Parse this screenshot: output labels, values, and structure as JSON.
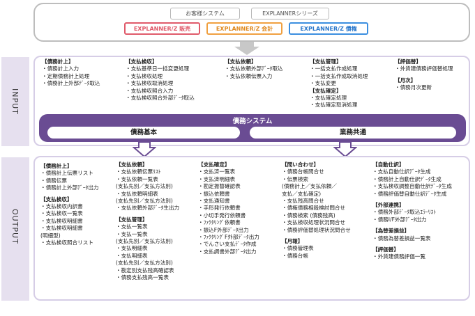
{
  "top": {
    "systems": [
      "お客様システム",
      "EXPLANNERシリーズ"
    ],
    "products": [
      {
        "label": "EXPLANNER/Z 販売",
        "color": "#e05a6a"
      },
      {
        "label": "EXPLANNER/Z 会計",
        "color": "#f0a040"
      },
      {
        "label": "EXPLANNER/Z 債権",
        "color": "#3b8ee0"
      }
    ]
  },
  "labels": {
    "input": "INPUT",
    "output": "OUTPUT"
  },
  "core": {
    "title": "債務システム",
    "modules": [
      "債務基本",
      "業務共通"
    ],
    "color": "#6a4c93"
  },
  "input": {
    "columns": [
      {
        "blocks": [
          {
            "head": "【債務計上】",
            "items": [
              "・債務計上入力",
              "・定期債務計上処理",
              "・債務計上外部ﾃﾞｰﾀ取込"
            ]
          }
        ]
      },
      {
        "blocks": [
          {
            "head": "【支払検収】",
            "items": [
              "・支払基準日一括変更処理",
              "・支払検収処理",
              "・支払検収取消処理",
              "・支払検収照合入力",
              "・支払検収照合外部ﾃﾞｰﾀ取込"
            ]
          }
        ]
      },
      {
        "blocks": [
          {
            "head": "【支払依頼】",
            "items": [
              "・支払依頼外部ﾃﾞｰﾀ取込",
              "・支払依頼伝票入力"
            ]
          }
        ]
      },
      {
        "blocks": [
          {
            "head": "【支払管理】",
            "items": [
              "・一括支払作成処理",
              "・一括支払作成取消処理",
              "・支払変更"
            ]
          },
          {
            "head": "【支払確定】",
            "items": [
              "・支払確定処理",
              "・支払確定取消処理"
            ]
          }
        ]
      },
      {
        "blocks": [
          {
            "head": "【評価替】",
            "items": [
              "・外貨建債務評価替処理"
            ]
          },
          {
            "head": "【月次】",
            "items": [
              "・債務月次更新"
            ]
          }
        ]
      }
    ]
  },
  "output": {
    "columns": [
      {
        "blocks": [
          {
            "head": "【債務計上】",
            "items": [
              "・債務計上伝票リスト",
              "・債務伝票",
              "・債務計上外部ﾃﾞｰﾀ出力"
            ]
          },
          {
            "head": "【支払検収】",
            "items": [
              "・支払検収内訳書",
              "・支払検収一覧表",
              "・支払検収明細書",
              "・支払検収明細書",
              "(明細型)",
              "・支払検収照合リスト"
            ]
          }
        ]
      },
      {
        "blocks": [
          {
            "head": "【支払依頼】",
            "items": [
              "・支払依頼伝票ﾘｽﾄ",
              "・支払依頼一覧表",
              "(支払先別／支払方法別)",
              "・支払依頼明細表",
              "(支払先別／支払方法別)",
              "・支払依頼外部ﾃﾞｰﾀ生出力"
            ]
          },
          {
            "head": "【支払管理】",
            "items": [
              "・支払一覧表",
              "・支払一覧表",
              "(支払先別／支払方法別)",
              "・支払明細表",
              "・支払明細表",
              "(支払先別／支払方法別)",
              "・勘定別支払残高確認表",
              "・債務支払残高一覧表"
            ]
          }
        ]
      },
      {
        "blocks": [
          {
            "head": "【支払確定】",
            "items": [
              "・支払済一覧表",
              "・支払済明細表",
              "・勘定振替確認表",
              "・振込依頼書",
              "・支払通知書",
              "・手形発行依頼書",
              "・小切手発行依頼書",
              "・ﾌｧｸﾀﾘﾝｸﾞ依頼書",
              "・振込F外部ﾃﾞｰﾀ出力",
              "・ﾌｧｸﾀﾘﾝｸﾞF外部ﾃﾞｰﾀ出力",
              "・でんさい支払ﾃﾞｰﾀ作成",
              "・支払調書外部ﾃﾞｰﾀ出力"
            ]
          }
        ]
      },
      {
        "blocks": [
          {
            "head": "【問い合わせ】",
            "items": [
              "・債務台帳問合せ",
              "・伝票検索",
              "(債務計上／支払依頼／",
              "支払／支払確定)",
              "・支払残高問合せ",
              "・債権債務相殺検討問合せ",
              "・債務検索 (債務残高)",
              "・支払検収処理状況問合せ",
              "・債務評価替処理状況問合せ"
            ]
          },
          {
            "head": "【月報】",
            "items": [
              "・債務管理表",
              "・債務台帳"
            ]
          }
        ]
      },
      {
        "blocks": [
          {
            "head": "【自動仕訳】",
            "items": [
              "・支払自動仕訳ﾃﾞｰﾀ生成",
              "・債務計上自動仕訳ﾃﾞｰﾀ生成",
              "・支払検収調整自動仕訳ﾃﾞｰﾀ生成",
              "・債務評価替自動仕訳ﾃﾞｰﾀ生成"
            ]
          },
          {
            "head": "【外部連携】",
            "items": [
              "・債務外部ﾃﾞｰﾀ取込ｴﾗｰﾘｽﾄ",
              "・債務I/F外部ﾃﾞｰﾀ出力"
            ]
          },
          {
            "head": "【為替差損益】",
            "items": [
              "・債務為替差損益一覧表"
            ]
          },
          {
            "head": "【評価替】",
            "items": [
              "・外貨建債務評価一覧"
            ]
          }
        ]
      }
    ]
  }
}
